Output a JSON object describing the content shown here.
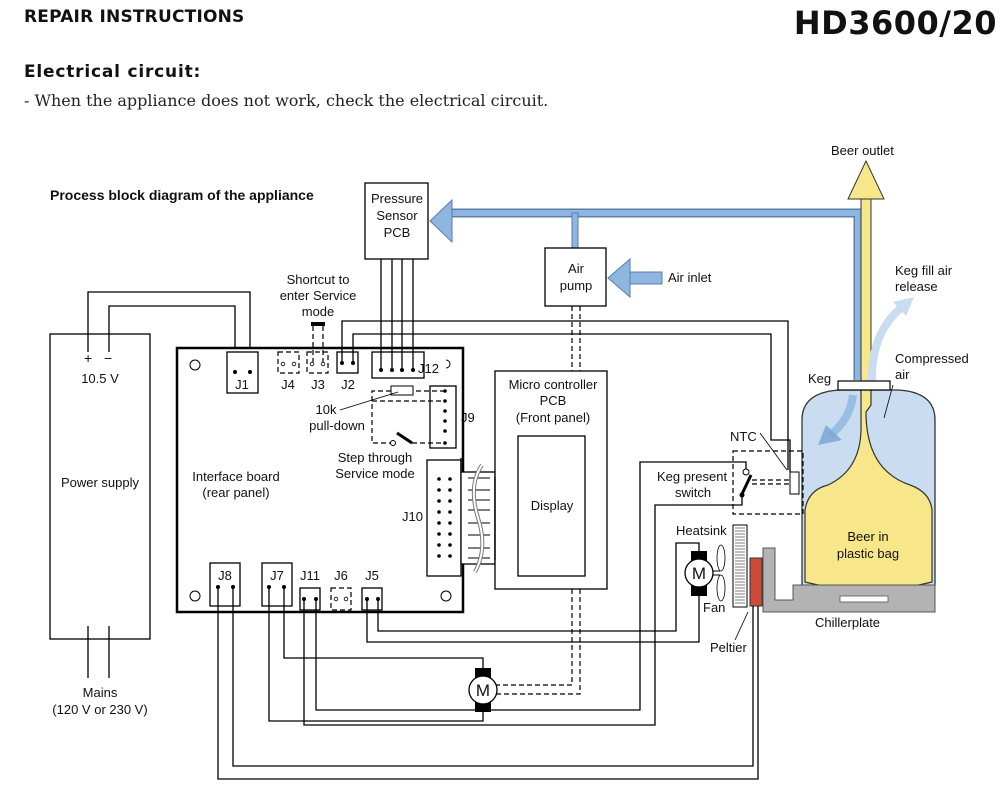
{
  "header": {
    "section_title": "REPAIR INSTRUCTIONS",
    "model": "HD3600/20",
    "subtitle": "Electrical circuit:",
    "note": "-  When the appliance does not work, check the electrical circuit."
  },
  "diagram": {
    "title": "Process block diagram of the appliance",
    "colors": {
      "air_blue": "#8fb6e0",
      "air_light": "#c9dcf0",
      "beer_yellow": "#f8e78a",
      "peltier_red": "#cc4a3a",
      "chillerplate_gray": "#b3b3b3"
    },
    "power_supply": {
      "label": "Power supply",
      "plus": "+",
      "minus": "−",
      "voltage": "10.5 V",
      "mains_line1": "Mains",
      "mains_line2": "(120 V or 230 V)"
    },
    "interface_board": {
      "label_line1": "Interface board",
      "label_line2": "(rear panel)",
      "connectors": {
        "J1": "J1",
        "J2": "J2",
        "J3": "J3",
        "J4": "J4",
        "J5": "J5",
        "J6": "J6",
        "J7": "J7",
        "J8": "J8",
        "J9": "J9",
        "J10": "J10",
        "J11": "J11",
        "J12": "J12"
      },
      "shortcut_line1": "Shortcut to",
      "shortcut_line2": "enter Service",
      "shortcut_line3": "mode",
      "pulldown_line1": "10k",
      "pulldown_line2": "pull-down",
      "step_line1": "Step through",
      "step_line2": "Service mode"
    },
    "pressure_sensor": {
      "line1": "Pressure",
      "line2": "Sensor",
      "line3": "PCB"
    },
    "air_pump": {
      "line1": "Air",
      "line2": "pump"
    },
    "air_inlet": "Air inlet",
    "micro_controller": {
      "line1": "Micro controller",
      "line2": "PCB",
      "line3": "(Front panel)",
      "display": "Display"
    },
    "labels": {
      "beer_outlet": "Beer outlet",
      "keg_fill_line1": "Keg fill air",
      "keg_fill_line2": "release",
      "compressed_line1": "Compressed",
      "compressed_line2": "air",
      "keg": "Keg",
      "ntc": "NTC",
      "keg_switch_line1": "Keg present",
      "keg_switch_line2": "switch",
      "heatsink": "Heatsink",
      "fan": "Fan",
      "peltier": "Peltier",
      "beer_line1": "Beer in",
      "beer_line2": "plastic bag",
      "chillerplate": "Chillerplate",
      "motor": "M"
    }
  }
}
